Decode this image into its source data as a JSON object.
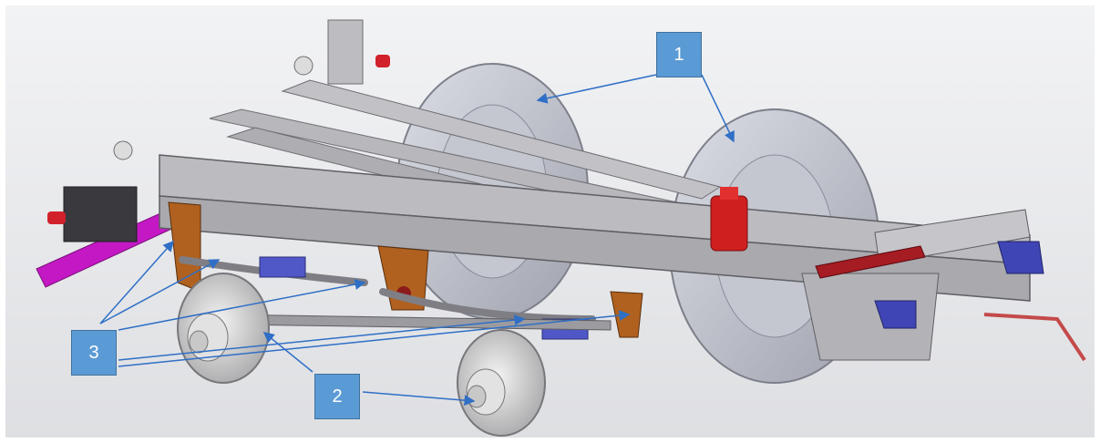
{
  "figure": {
    "callouts": [
      {
        "id": "c1",
        "label": "1"
      },
      {
        "id": "c2",
        "label": "2"
      },
      {
        "id": "c3",
        "label": "3"
      }
    ]
  },
  "colors": {
    "background": "#e9eaec",
    "frame": "#b9b9bd",
    "frame_dark": "#8f8f95",
    "wheel": "#c9cbd4",
    "hub": "#d6d6d6",
    "bracket_orange": "#b0611f",
    "beam_magenta": "#c418c4",
    "jack_red": "#cf1f1f",
    "mount_blue": "#3f45b4",
    "callout_fill": "#5b9bd5",
    "arrow": "#2f6fc6"
  }
}
